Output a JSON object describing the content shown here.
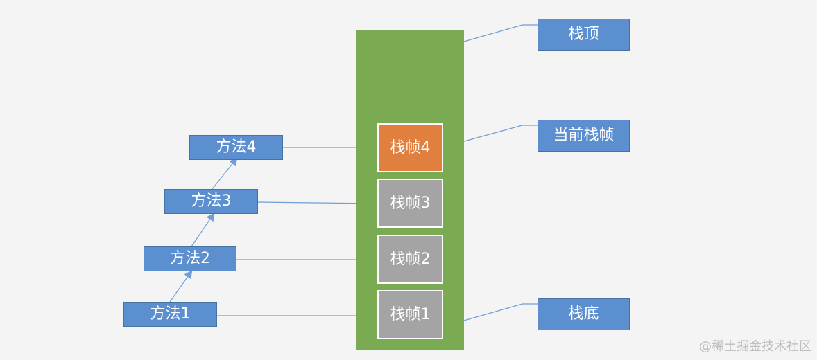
{
  "methods": [
    {
      "id": "m1",
      "label": "方法1"
    },
    {
      "id": "m2",
      "label": "方法2"
    },
    {
      "id": "m3",
      "label": "方法3"
    },
    {
      "id": "m4",
      "label": "方法4"
    }
  ],
  "frames": [
    {
      "id": "f4",
      "label": "栈帧4",
      "state": "current"
    },
    {
      "id": "f3",
      "label": "栈帧3",
      "state": "normal"
    },
    {
      "id": "f2",
      "label": "栈帧2",
      "state": "normal"
    },
    {
      "id": "f1",
      "label": "栈帧1",
      "state": "normal"
    }
  ],
  "labels": {
    "top": "栈顶",
    "current": "当前栈帧",
    "bottom": "栈底"
  },
  "colors": {
    "stack": "#7aab52",
    "method": "#5b8fd0",
    "frame_current": "#e17f3e",
    "frame_normal": "#a4a4a4",
    "connector": "#6f9fd6"
  },
  "watermark": "@稀土掘金技术社区"
}
